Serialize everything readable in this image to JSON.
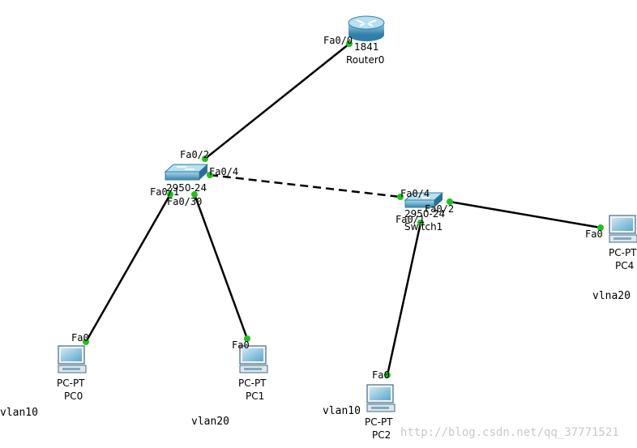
{
  "devices": {
    "router": {
      "model": "1841",
      "name": "Router0"
    },
    "switch0": {
      "model": "2950-24"
    },
    "switch1": {
      "model": "2950-24",
      "name": "Switch1"
    },
    "pc0": {
      "model": "PC-PT",
      "name": "PC0"
    },
    "pc1": {
      "model": "PC-PT",
      "name": "PC1"
    },
    "pc2": {
      "model": "PC-PT",
      "name": "PC2"
    },
    "pc4": {
      "model": "PC-PT",
      "name": "PC4"
    }
  },
  "ports": {
    "router_fa00": "Fa0/0",
    "sw0_fa02": "Fa0/2",
    "sw0_fa04": "Fa0/4",
    "sw0_fa01": "Fa0/1",
    "sw0_fa03": "Fa0/30",
    "sw1_fa04": "Fa0/4",
    "sw1_fa02": "Fa0/2",
    "sw1_fa01": "Fa0/1",
    "pc0_fa0": "Fa0",
    "pc1_fa0": "Fa0",
    "pc2_fa0": "Fa0",
    "pc4_fa0": "Fa0"
  },
  "notes": {
    "vlan10_left": "vlan10",
    "vlan20_mid": "vlan20",
    "vlan10_right": "vlan10",
    "vlna20": "vlna20"
  },
  "watermark": "http://blog.csdn.net/qq_37771521",
  "colors": {
    "link": "#000000",
    "port_dot": "#22c01e",
    "device_blue": "#3c8fb8"
  }
}
